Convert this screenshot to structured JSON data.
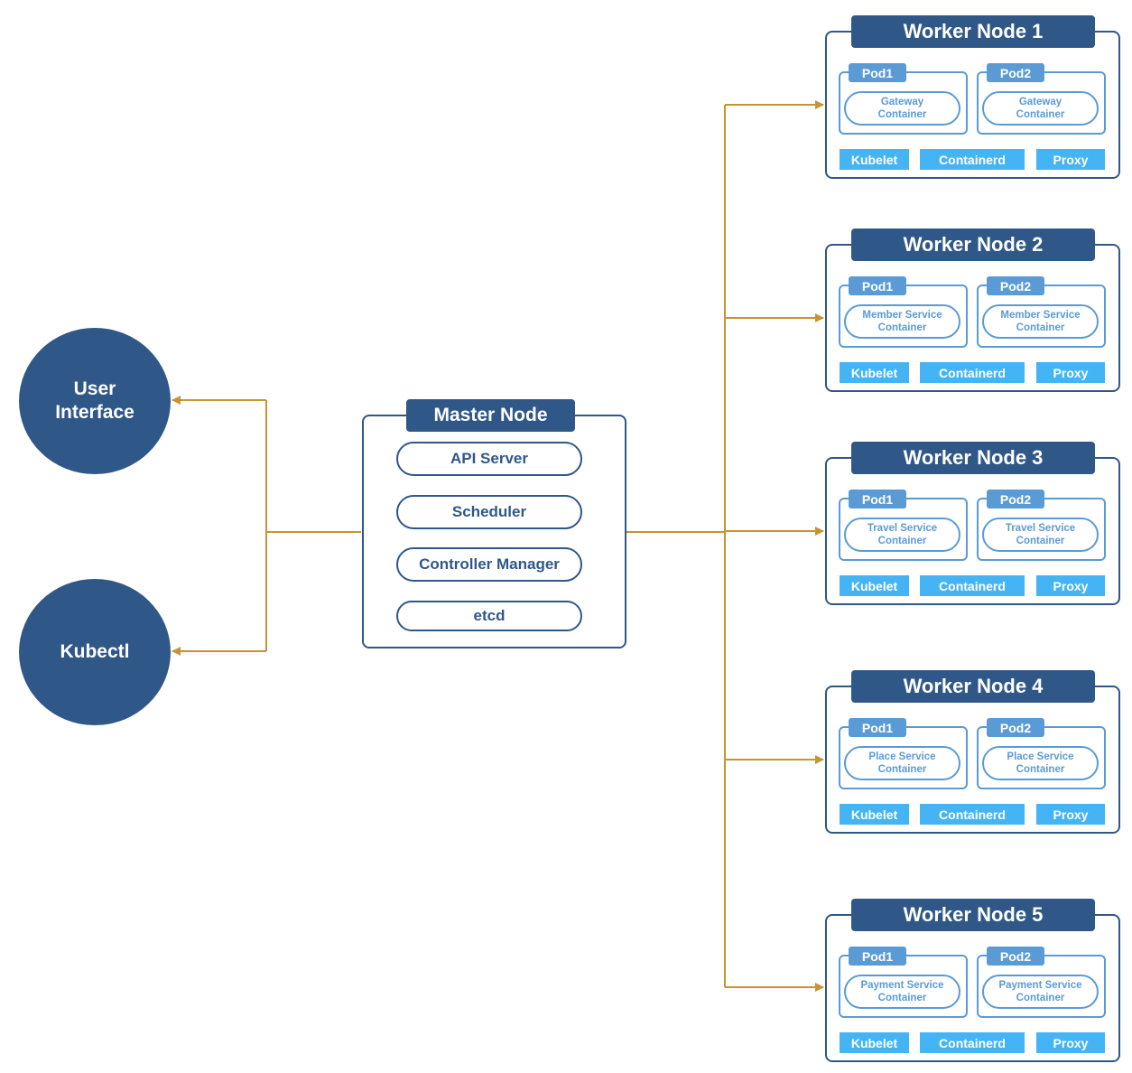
{
  "colors": {
    "primary": "#2f5788",
    "pod": "#5b9bd5",
    "component": "#45b4f5",
    "connector": "#c5952f"
  },
  "clients": [
    {
      "id": "user-interface",
      "label": "User\nInterface"
    },
    {
      "id": "kubectl",
      "label": "Kubectl"
    }
  ],
  "master": {
    "title": "Master Node",
    "components": [
      "API Server",
      "Scheduler",
      "Controller Manager",
      "etcd"
    ]
  },
  "workers": [
    {
      "title": "Worker Node 1",
      "pods": [
        {
          "label": "Pod1",
          "container": "Gateway\nContainer"
        },
        {
          "label": "Pod2",
          "container": "Gateway\nContainer"
        }
      ],
      "components": [
        "Kubelet",
        "Containerd",
        "Proxy"
      ]
    },
    {
      "title": "Worker Node 2",
      "pods": [
        {
          "label": "Pod1",
          "container": "Member Service\nContainer"
        },
        {
          "label": "Pod2",
          "container": "Member Service\nContainer"
        }
      ],
      "components": [
        "Kubelet",
        "Containerd",
        "Proxy"
      ]
    },
    {
      "title": "Worker Node 3",
      "pods": [
        {
          "label": "Pod1",
          "container": "Travel Service\nContainer"
        },
        {
          "label": "Pod2",
          "container": "Travel Service\nContainer"
        }
      ],
      "components": [
        "Kubelet",
        "Containerd",
        "Proxy"
      ]
    },
    {
      "title": "Worker Node 4",
      "pods": [
        {
          "label": "Pod1",
          "container": "Place Service\nContainer"
        },
        {
          "label": "Pod2",
          "container": "Place Service\nContainer"
        }
      ],
      "components": [
        "Kubelet",
        "Containerd",
        "Proxy"
      ]
    },
    {
      "title": "Worker Node 5",
      "pods": [
        {
          "label": "Pod1",
          "container": "Payment Service\nContainer"
        },
        {
          "label": "Pod2",
          "container": "Payment Service\nContainer"
        }
      ],
      "components": [
        "Kubelet",
        "Containerd",
        "Proxy"
      ]
    }
  ]
}
